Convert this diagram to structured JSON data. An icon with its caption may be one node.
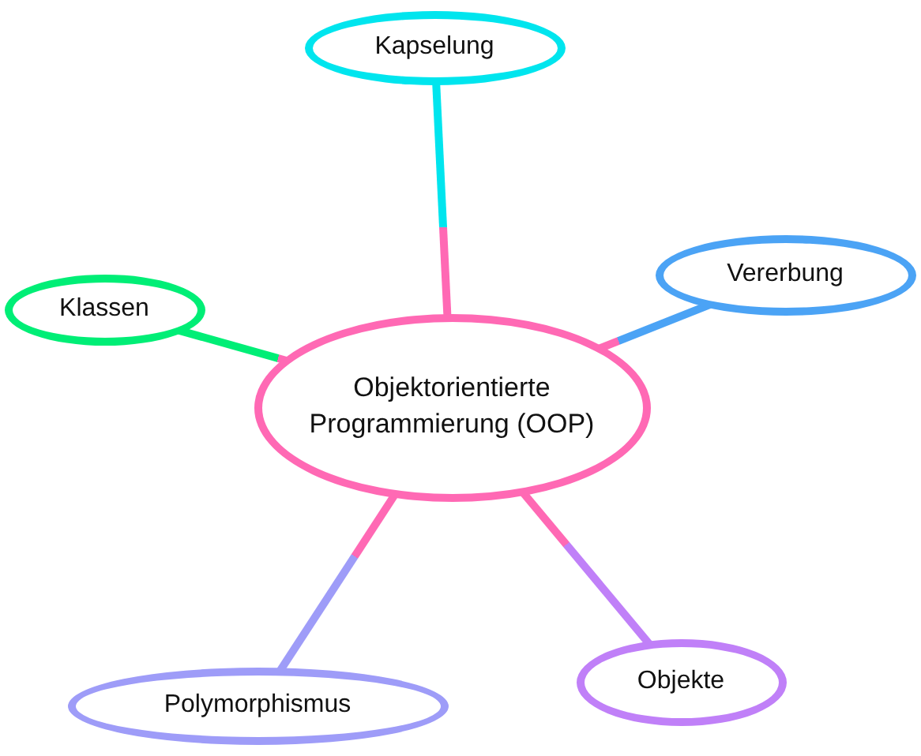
{
  "diagram": {
    "nodes": [
      {
        "text": [
          "Objektorientierte Programmierung (OOP)"
        ]
      },
      {
        "text": [
          "Kapselung"
        ]
      },
      {
        "text": [
          "Vererbung"
        ]
      },
      {
        "text": [
          "Klassen"
        ]
      },
      {
        "text": [
          "Polymorphismus"
        ]
      },
      {
        "text": [
          "Objekte"
        ]
      }
    ],
    "edges": [
      {
        "from": 0,
        "to": 1,
        "arrow": "none",
        "color": "#00e5ee"
      },
      {
        "from": 0,
        "to": 2,
        "arrow": "none",
        "color": "#4ba3f5"
      },
      {
        "from": 0,
        "to": 3,
        "arrow": "none",
        "color": "#00ee76"
      },
      {
        "from": 0,
        "to": 4,
        "arrow": "none",
        "color": "#9e9cf8"
      },
      {
        "from": 0,
        "to": 5,
        "arrow": "none",
        "color": "#c080f8"
      }
    ]
  }
}
